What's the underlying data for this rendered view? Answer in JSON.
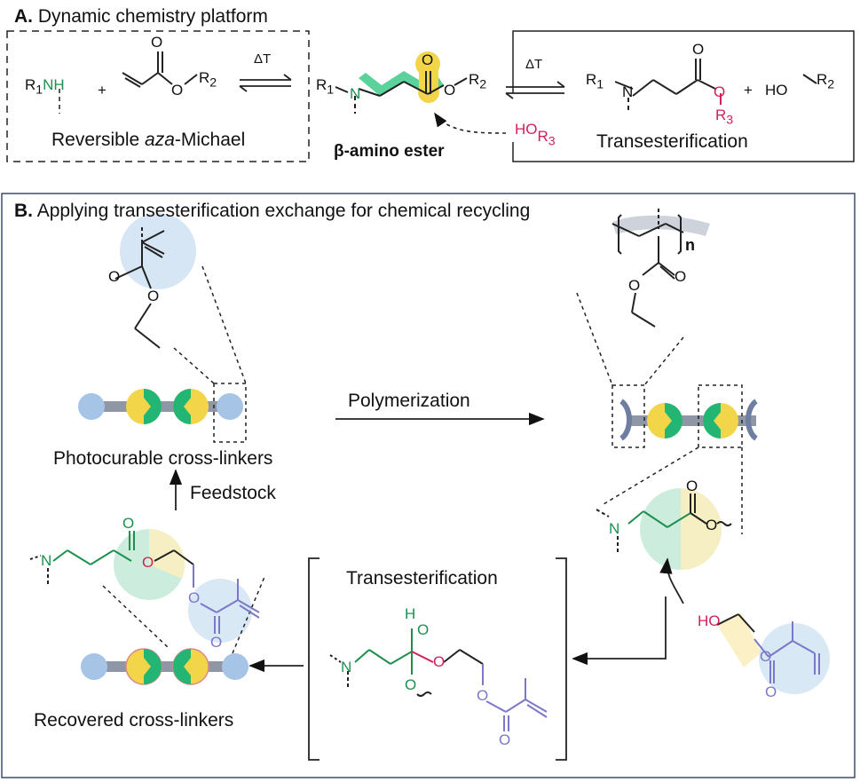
{
  "panel_a": {
    "letter": "A.",
    "title": "Dynamic chemistry platform",
    "reversible_prefix": "Reversible ",
    "reversible_italic": "aza",
    "reversible_suffix": "-Michael",
    "beta_amino_ester": "β-amino ester",
    "transesterification": "Transesterification",
    "delta_t_1": "ΔT",
    "delta_t_2": "ΔT",
    "plus": "+"
  },
  "panel_b": {
    "letter": "B.",
    "title": "Applying transesterification exchange for chemical recycling",
    "polymerization": "Polymerization",
    "photocurable": "Photocurable cross-linkers",
    "feedstock": "Feedstock",
    "recovered": "Recovered cross-linkers",
    "transesterification": "Transesterification",
    "repeat_n": "n"
  },
  "colors": {
    "green": "#1e8f4e",
    "magenta": "#d0205a",
    "purple": "#7b78c8",
    "yellow": "#f3d54a",
    "blue_bead": "#a6c4e6",
    "gray_rod": "#8f96a6",
    "panel_border": "#3b4d6b"
  }
}
